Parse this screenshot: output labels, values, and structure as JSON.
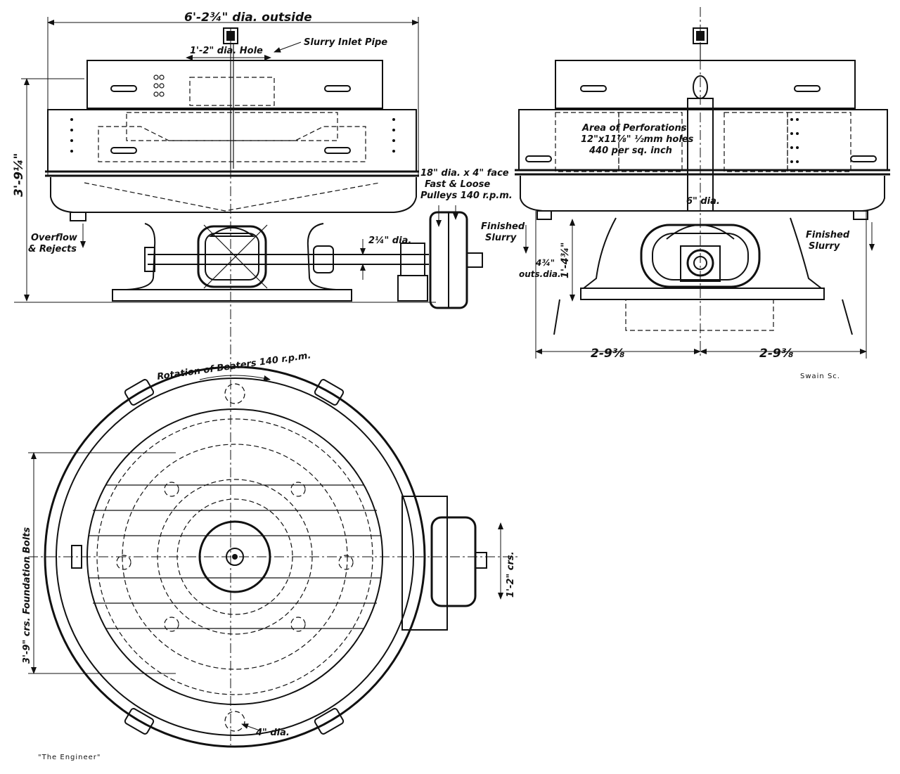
{
  "labels": {
    "overall_dia": "6'-2¾\" dia. outside",
    "hole_dia": "1'-2\" dia. Hole",
    "slurry_inlet": "Slurry Inlet Pipe",
    "height": "3'-9¼\"",
    "pulley_line1": "18\" dia. x 4\" face",
    "pulley_line2": "Fast & Loose",
    "pulley_line3": "Pulleys 140 r.p.m.",
    "overflow_line1": "Overflow",
    "overflow_line2": "& Rejects",
    "shaft_dia": "2¼\" dia.",
    "finished_slurry_left": "Finished",
    "finished_slurry_left2": "Slurry",
    "perf_line1": "Area of Perforations",
    "perf_line2": "12\"x11⅞\" ½mm holes",
    "perf_line3": "440 per sq. inch",
    "six_dia": "6\" dia.",
    "finished_slurry_right": "Finished",
    "finished_slurry_right2": "Slurry",
    "outlet_dia_line1": "4¾\"",
    "outlet_dia_line2": "outs.dia.",
    "base_height": "1'-4¾\"",
    "half_width_left": "2-9⅜",
    "half_width_right": "2-9⅜",
    "engraver": "Swain Sc.",
    "rotation": "Rotation of Beaters 140 r.p.m.",
    "foundation_bolts": "3'-9\" crs. Foundation Bolts",
    "pulley_crs": "1'-2\" crs.",
    "four_dia": "4\" dia.",
    "publication": "\"The Engineer\""
  }
}
